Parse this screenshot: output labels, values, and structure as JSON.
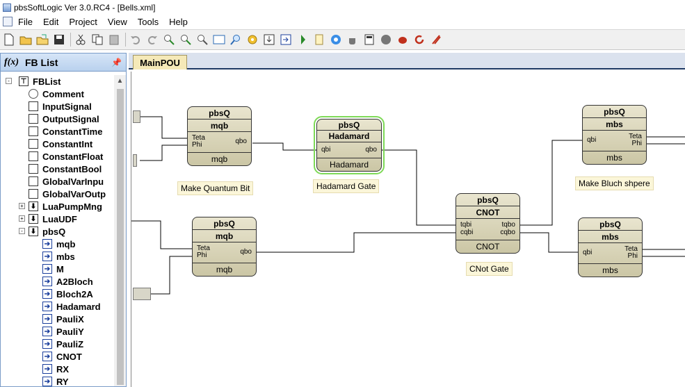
{
  "window": {
    "title": "pbsSoftLogic  Ver 3.0.RC4 - [Bells.xml]"
  },
  "menu": [
    "File",
    "Edit",
    "Project",
    "View",
    "Tools",
    "Help"
  ],
  "toolbar": {
    "icons": [
      "new-icon",
      "open-icon",
      "open-folder-icon",
      "save-icon",
      "cut-icon",
      "copy-icon",
      "paste-icon",
      "undo-icon",
      "redo-icon",
      "zoom-in-icon",
      "zoom-out-icon",
      "zoom-icon",
      "rectangle-icon",
      "find-icon",
      "settings-icon",
      "download-icon",
      "step-icon",
      "run-icon",
      "compile-icon",
      "network-icon",
      "coffee-icon",
      "calc-icon",
      "stop-icon",
      "bug-icon",
      "reload-icon",
      "clear-icon"
    ]
  },
  "fb_panel": {
    "title": "FB List",
    "fx_label": "f(x)",
    "tree": [
      {
        "label": "FBList",
        "level": 0,
        "expander": "-",
        "icon": "tree-root-icon"
      },
      {
        "label": "Comment",
        "level": 1,
        "icon": "comment-icon"
      },
      {
        "label": "InputSignal",
        "level": 1,
        "icon": "input-signal-icon"
      },
      {
        "label": "OutputSignal",
        "level": 1,
        "icon": "output-signal-icon"
      },
      {
        "label": "ConstantTime",
        "level": 1,
        "icon": "constant-icon"
      },
      {
        "label": "ConstantInt",
        "level": 1,
        "icon": "constant-icon"
      },
      {
        "label": "ConstantFloat",
        "level": 1,
        "icon": "constant-icon"
      },
      {
        "label": "ConstantBool",
        "level": 1,
        "icon": "constant-icon"
      },
      {
        "label": "GlobalVarInpu",
        "level": 1,
        "icon": "global-var-icon"
      },
      {
        "label": "GlobalVarOutp",
        "level": 1,
        "icon": "global-var-icon"
      },
      {
        "label": "LuaPumpMng",
        "level": 1,
        "expander": "+",
        "icon": "library-icon"
      },
      {
        "label": "LuaUDF",
        "level": 1,
        "expander": "+",
        "icon": "library-icon"
      },
      {
        "label": "pbsQ",
        "level": 1,
        "expander": "-",
        "icon": "library-icon"
      },
      {
        "label": "mqb",
        "level": 2,
        "icon": "fb-icon"
      },
      {
        "label": "mbs",
        "level": 2,
        "icon": "fb-icon"
      },
      {
        "label": "M",
        "level": 2,
        "icon": "fb-icon"
      },
      {
        "label": "A2Bloch",
        "level": 2,
        "icon": "fb-icon"
      },
      {
        "label": "Bloch2A",
        "level": 2,
        "icon": "fb-icon"
      },
      {
        "label": "Hadamard",
        "level": 2,
        "icon": "fb-icon"
      },
      {
        "label": "PauliX",
        "level": 2,
        "icon": "fb-icon"
      },
      {
        "label": "PauliY",
        "level": 2,
        "icon": "fb-icon"
      },
      {
        "label": "PauliZ",
        "level": 2,
        "icon": "fb-icon"
      },
      {
        "label": "CNOT",
        "level": 2,
        "icon": "fb-icon"
      },
      {
        "label": "RX",
        "level": 2,
        "icon": "fb-icon"
      },
      {
        "label": "RY",
        "level": 2,
        "icon": "fb-icon"
      }
    ]
  },
  "editor": {
    "tab": "MainPOU",
    "blocks": [
      {
        "id": "mqb1",
        "lib": "pbsQ",
        "type": "mqb",
        "name": "mqb",
        "inputs": [
          "Teta",
          "Phi"
        ],
        "outputs": [
          "qbo"
        ]
      },
      {
        "id": "had",
        "lib": "pbsQ",
        "type": "Hadamard",
        "name": "Hadamard",
        "inputs": [
          "qbi"
        ],
        "outputs": [
          "qbo"
        ],
        "selected": true
      },
      {
        "id": "mbs1",
        "lib": "pbsQ",
        "type": "mbs",
        "name": "mbs",
        "inputs": [
          "qbi"
        ],
        "outputs": [
          "Teta",
          "Phi"
        ]
      },
      {
        "id": "mqb2",
        "lib": "pbsQ",
        "type": "mqb",
        "name": "mqb",
        "inputs": [
          "Teta",
          "Phi"
        ],
        "outputs": [
          "qbo"
        ]
      },
      {
        "id": "cnot",
        "lib": "pbsQ",
        "type": "CNOT",
        "name": "CNOT",
        "inputs": [
          "tqbi",
          "cqbi"
        ],
        "outputs": [
          "tqbo",
          "cqbo"
        ]
      },
      {
        "id": "mbs2",
        "lib": "pbsQ",
        "type": "mbs",
        "name": "mbs",
        "inputs": [
          "qbi"
        ],
        "outputs": [
          "Teta",
          "Phi"
        ]
      }
    ],
    "comments": {
      "mqb": "Make Quantum Bit",
      "hadamard": "Hadamard Gate",
      "bloch": "Make Bluch shpere",
      "cnot": "CNot Gate"
    }
  },
  "colors": {
    "selection": "#7ed957",
    "tab_active": "#f5e9b8",
    "block_fill": "#dcd8bd"
  }
}
